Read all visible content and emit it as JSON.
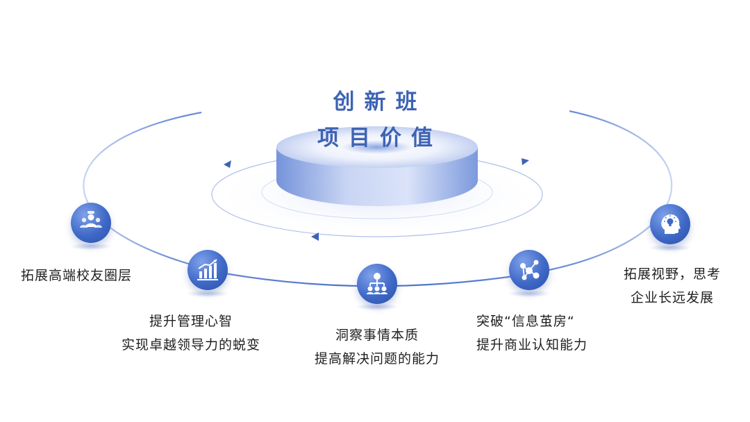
{
  "title": {
    "line1": "创新班",
    "line2": "项目价值"
  },
  "colors": {
    "accent": "#3d63b3",
    "badge": "#3f69c7",
    "text": "#1f1f1f"
  },
  "values": [
    {
      "icon": "people-network-icon",
      "lines": [
        "拓展高端校友圈层"
      ]
    },
    {
      "icon": "bar-chart-icon",
      "lines": [
        "提升管理心智",
        "实现卓越领导力的蜕变"
      ]
    },
    {
      "icon": "org-hierarchy-icon",
      "lines": [
        "洞察事情本质",
        "提高解决问题的能力"
      ]
    },
    {
      "icon": "molecule-network-icon",
      "lines": [
        "突破“信息茧房“",
        "提升商业认知能力"
      ]
    },
    {
      "icon": "head-lightbulb-icon",
      "lines": [
        "拓展视野，思考",
        "企业长远发展"
      ]
    }
  ]
}
